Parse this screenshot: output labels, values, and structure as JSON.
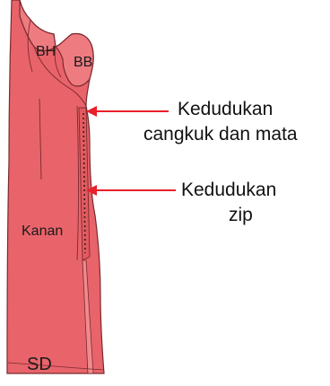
{
  "labels": {
    "bh": "BH",
    "bb": "BB",
    "kanan": "Kanan",
    "sd": "SD"
  },
  "callouts": {
    "hook": {
      "line1": "Kedudukan",
      "line2": "cangkuk dan mata"
    },
    "zip": {
      "line1": "Kedudukan",
      "line2": "zip"
    }
  },
  "colors": {
    "garment_fill": "#e8646a",
    "garment_fill_light": "#ee7b80",
    "outline": "#7a2a2e",
    "arrow": "#e8202a",
    "text": "#1a1a1a"
  }
}
